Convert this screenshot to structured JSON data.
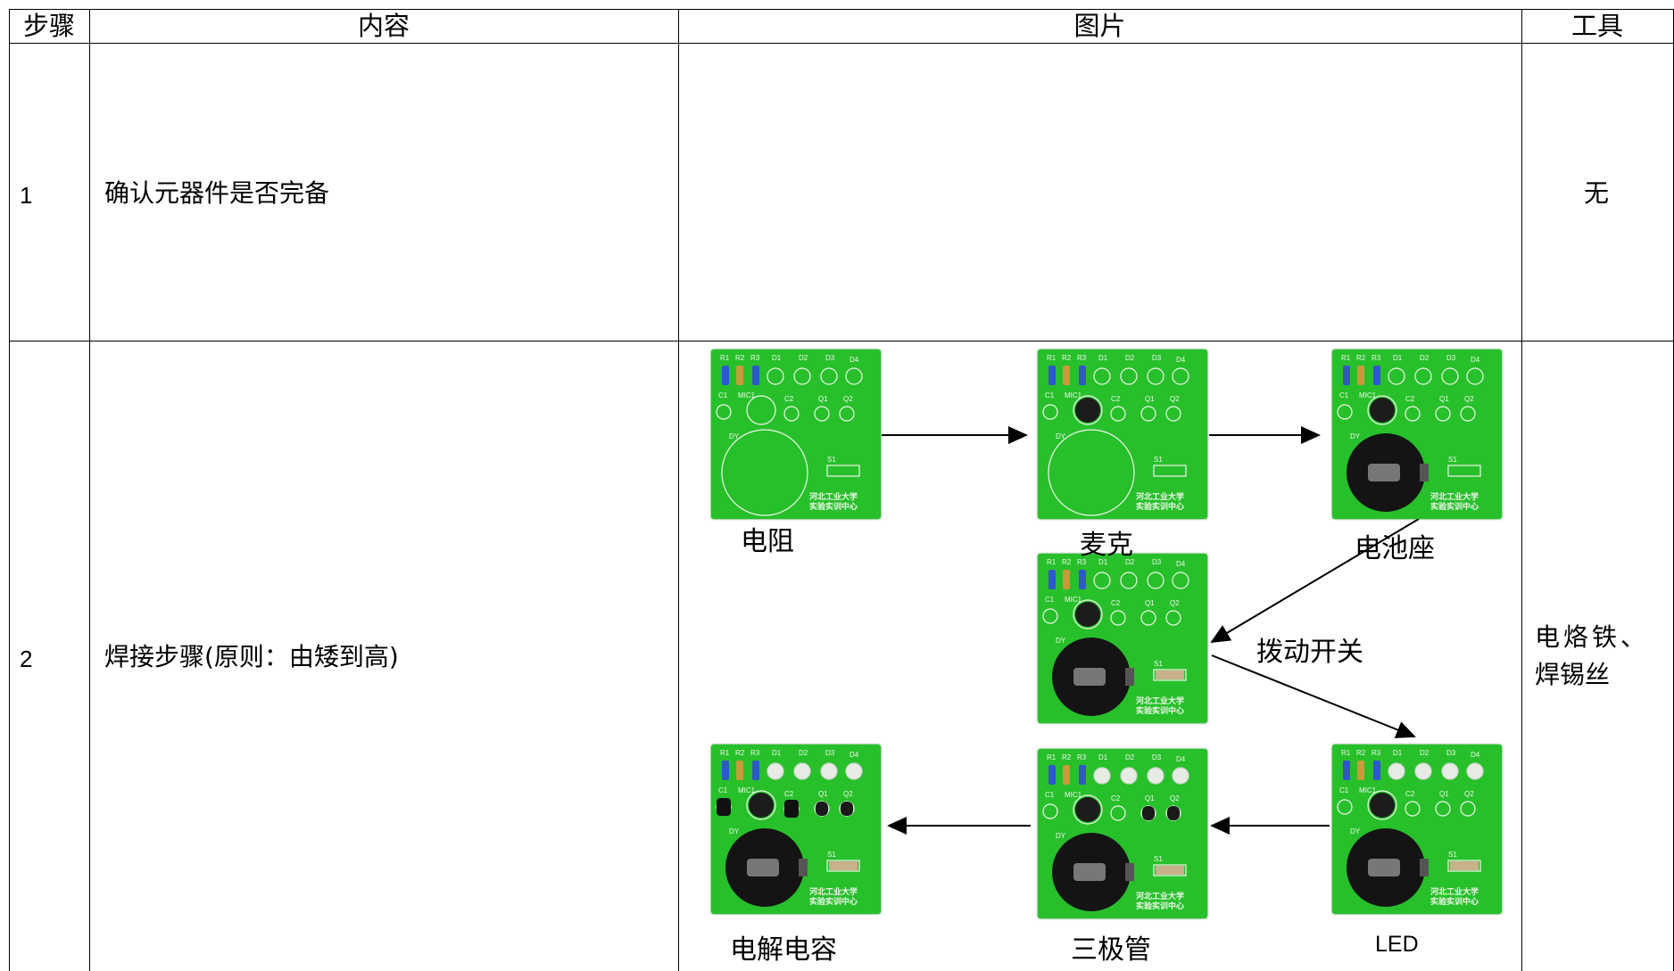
{
  "table": {
    "headers": {
      "step": "步骤",
      "content": "内容",
      "image": "图片",
      "tool": "工具"
    },
    "rows": [
      {
        "step": "1",
        "content": "确认元器件是否完备",
        "tool": "无"
      },
      {
        "step": "2",
        "content": "焊接步骤(原则：由矮到高)",
        "tool_line1": "电烙铁、",
        "tool_line2": "焊锡丝"
      }
    ]
  },
  "pcb_silkscreen": {
    "resistors": [
      "R1",
      "R2",
      "R3"
    ],
    "leds": [
      "D1",
      "D2",
      "D3",
      "D4"
    ],
    "c1": "C1",
    "mic": "MIC1",
    "c2": "C2",
    "q1": "Q1",
    "q2": "Q2",
    "battery": "DY",
    "switch": "S1",
    "school_line1": "河北工业大学",
    "school_line2": "实验实训中心"
  },
  "steps": [
    {
      "id": "resistor",
      "label": "电阻"
    },
    {
      "id": "mic",
      "label": "麦克"
    },
    {
      "id": "battery",
      "label": "电池座"
    },
    {
      "id": "switch",
      "label": "拨动开关"
    },
    {
      "id": "led",
      "label": "LED"
    },
    {
      "id": "transistor",
      "label": "三极管"
    },
    {
      "id": "capacitor",
      "label": "电解电容"
    }
  ],
  "colors": {
    "pcb_green": "#27c02b",
    "silkscreen": "#f0f6ea",
    "grid": "#000000"
  }
}
